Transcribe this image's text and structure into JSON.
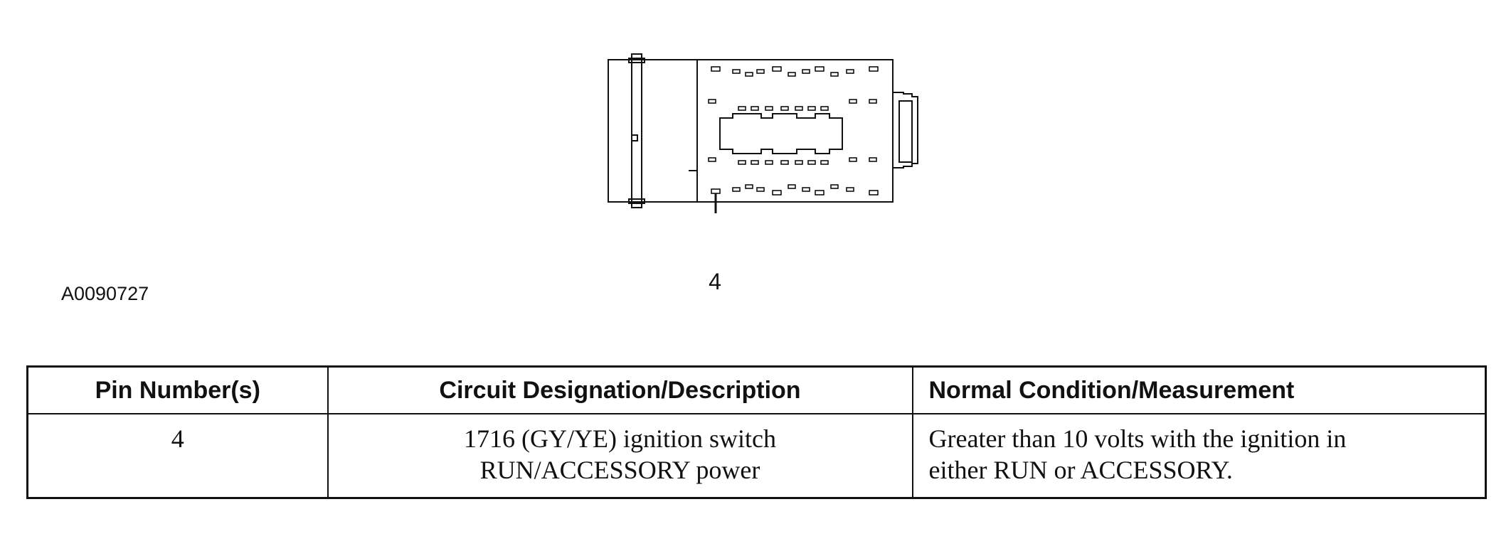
{
  "figure": {
    "id": "A0090727",
    "callout": "4"
  },
  "table": {
    "headers": [
      "Pin Number(s)",
      "Circuit Designation/Description",
      "Normal Condition/Measurement"
    ],
    "rows": [
      {
        "pin": "4",
        "description_line1": "1716 (GY/YE) ignition switch",
        "description_line2": "RUN/ACCESSORY power",
        "measurement_line1": "Greater than 10 volts with the ignition in",
        "measurement_line2": "either RUN or ACCESSORY."
      }
    ]
  },
  "colors": {
    "ink": "#111111",
    "background": "#ffffff"
  }
}
